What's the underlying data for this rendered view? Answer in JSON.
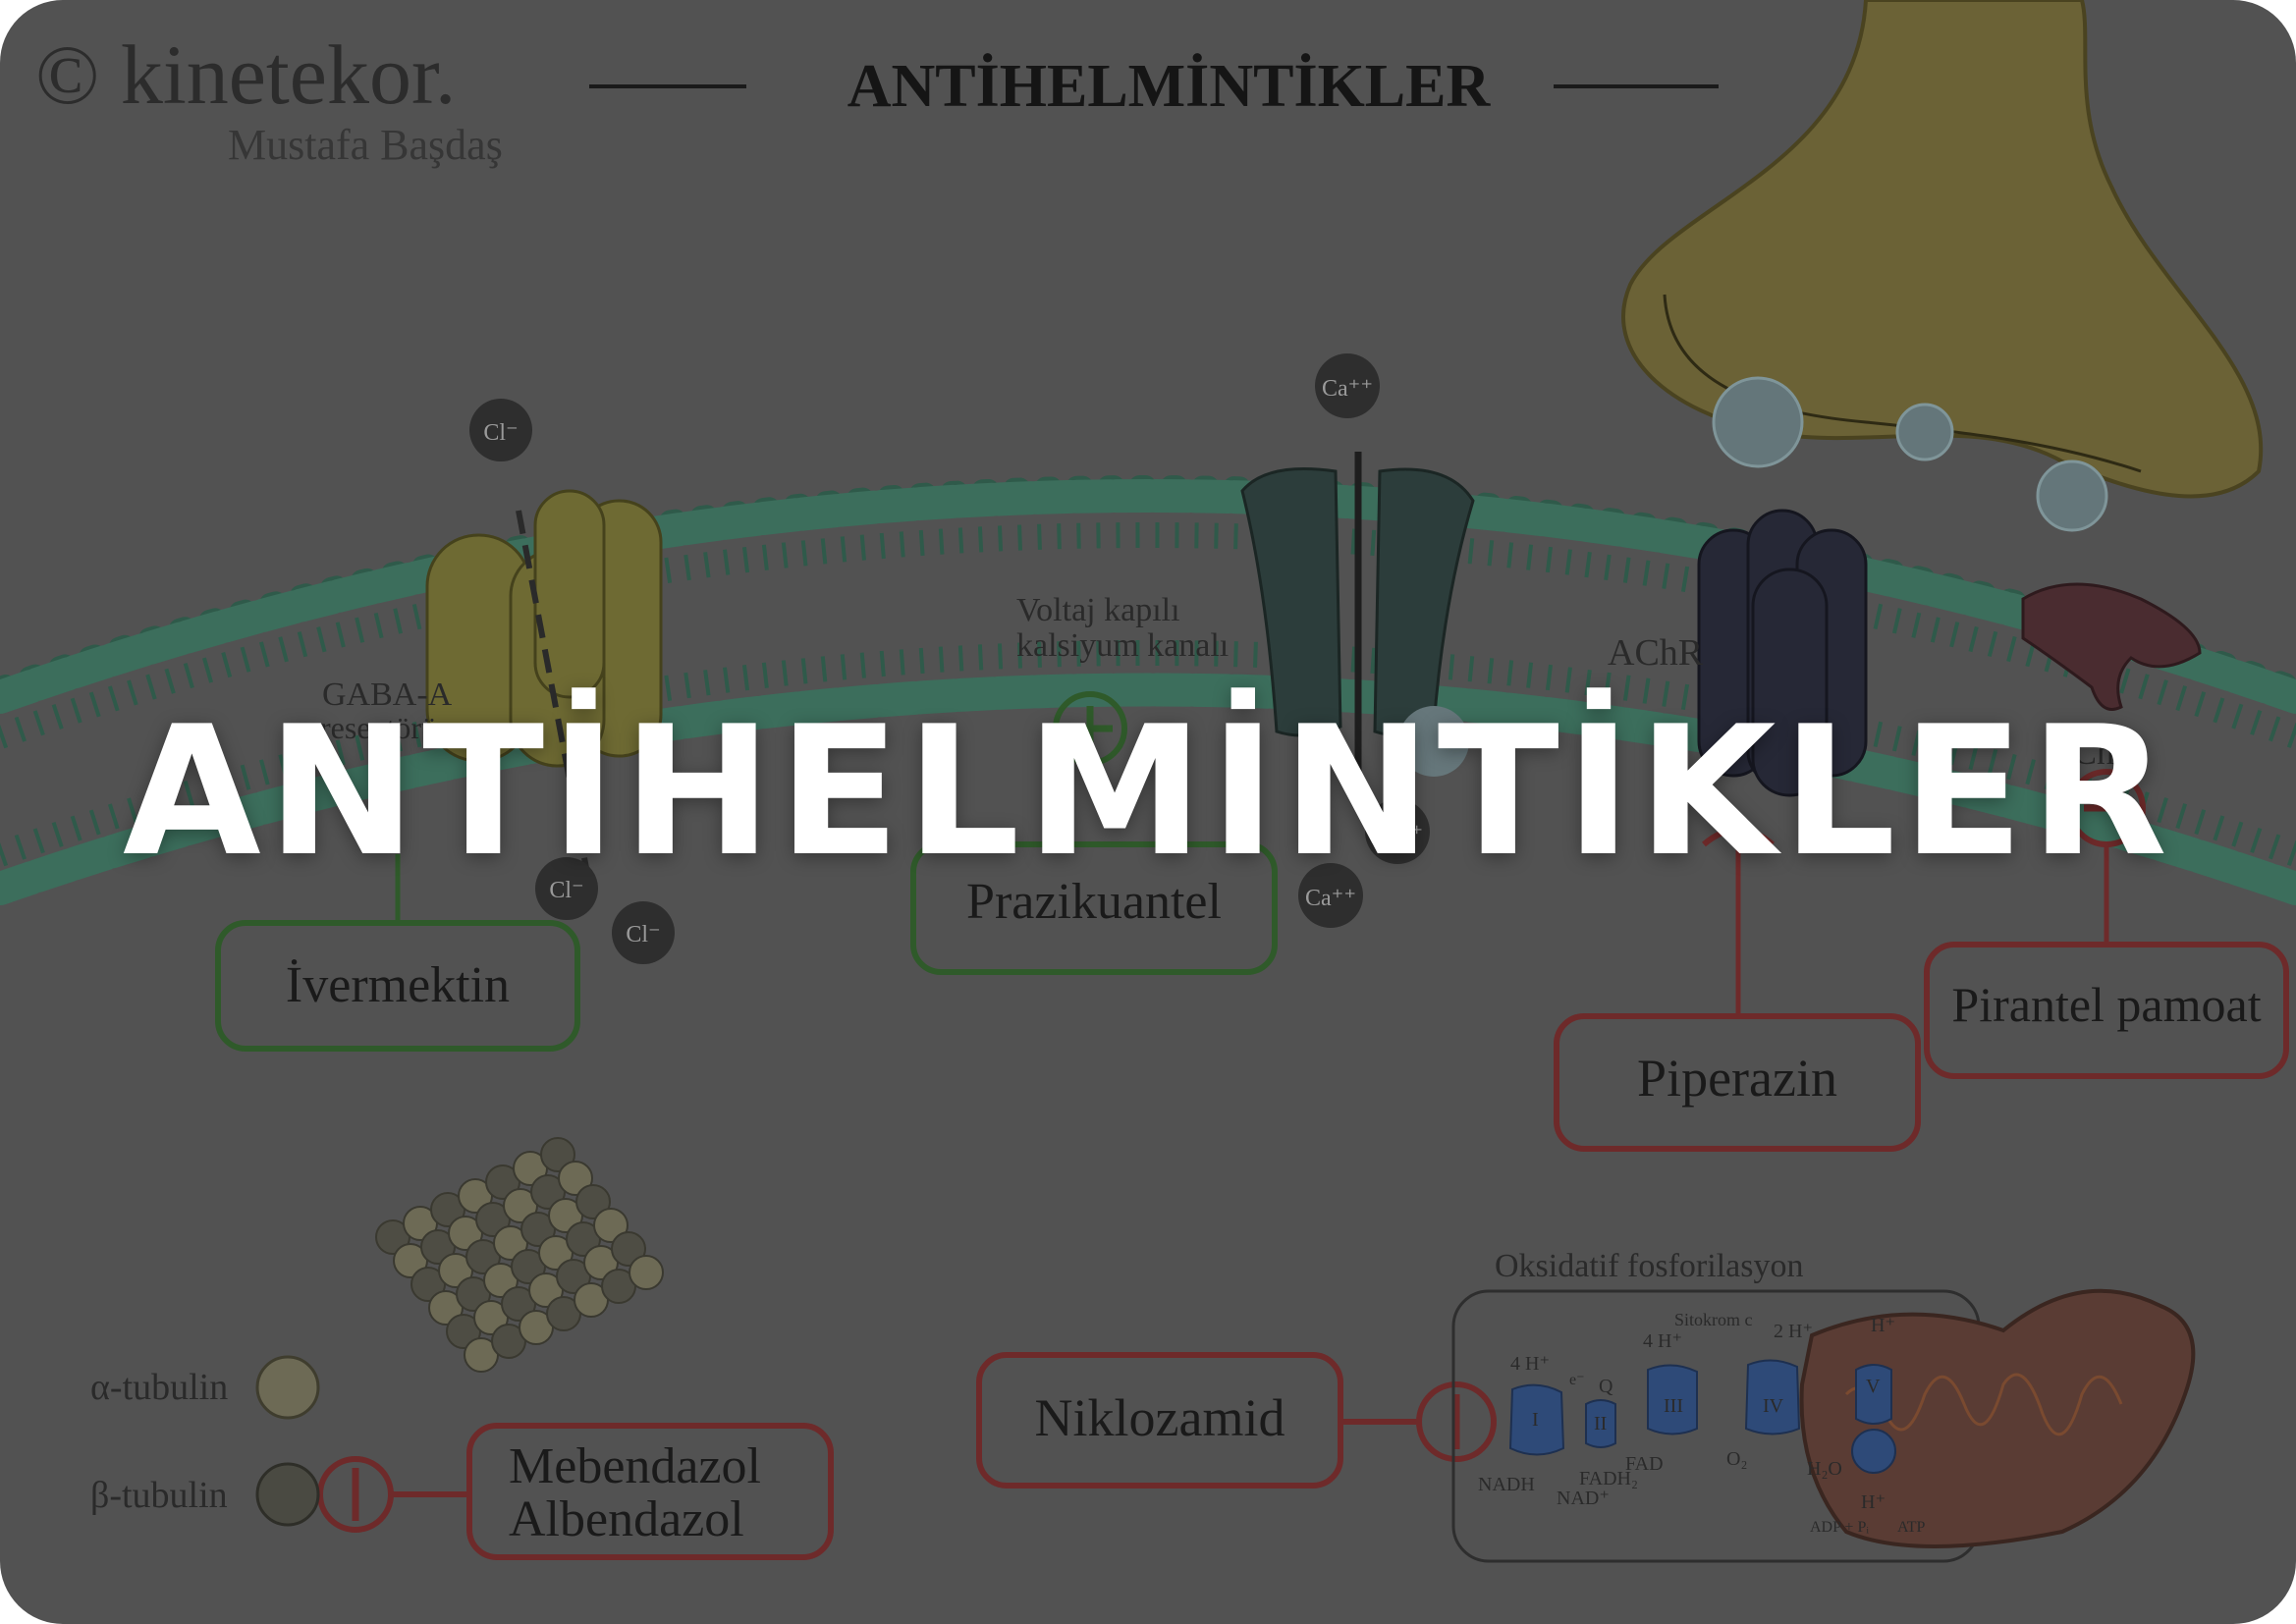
{
  "brand": {
    "logo": "© kinetekor.",
    "author": "Mustafa Başdaş"
  },
  "header": {
    "title": "ANTİHELMİNTİKLER"
  },
  "overlay": {
    "title": "ANTİHELMİNTİKLER"
  },
  "membrane": {
    "gaba_label_1": "GABA-A",
    "gaba_label_2": "reseptörü",
    "voltaj_label_1": "Voltaj kapılı",
    "voltaj_label_2": "kalsiyum kanalı",
    "achr_label": "AChR",
    "ache_label": "AChE"
  },
  "ions": {
    "cl": "Cl⁻",
    "ca": "Ca⁺⁺"
  },
  "drugs": {
    "ivermektin": "İvermektin",
    "prazikuantel": "Prazikuantel",
    "piperazin": "Piperazin",
    "pirantel": "Pirantel pamoat",
    "niklozamid": "Niklozamid",
    "mebendazol": "Mebendazol",
    "albendazol": "Albendazol"
  },
  "tubulin": {
    "alpha": "α-tubulin",
    "beta": "β-tubulin"
  },
  "oxphos": {
    "title": "Oksidatif fosforilasyon",
    "sitokrom": "Sitokrom c",
    "complexes": [
      "I",
      "II",
      "III",
      "IV",
      "V"
    ],
    "h4a": "4 H⁺",
    "h4b": "4 H⁺",
    "h2": "2 H⁺",
    "hplus": "H⁺",
    "hplus2": "H⁺",
    "nadh": "NADH",
    "nad": "NAD⁺",
    "fadh2": "FADH₂",
    "fad": "FAD",
    "o2": "O₂",
    "h2o": "H₂O",
    "adp": "ADP + Pᵢ",
    "atp": "ATP",
    "q": "Q",
    "e": "e⁻"
  },
  "colors": {
    "background": "#525252",
    "activator": "#2f5a2a",
    "inhibitor": "#6e2a2a",
    "overlay_text": "#ffffff"
  }
}
